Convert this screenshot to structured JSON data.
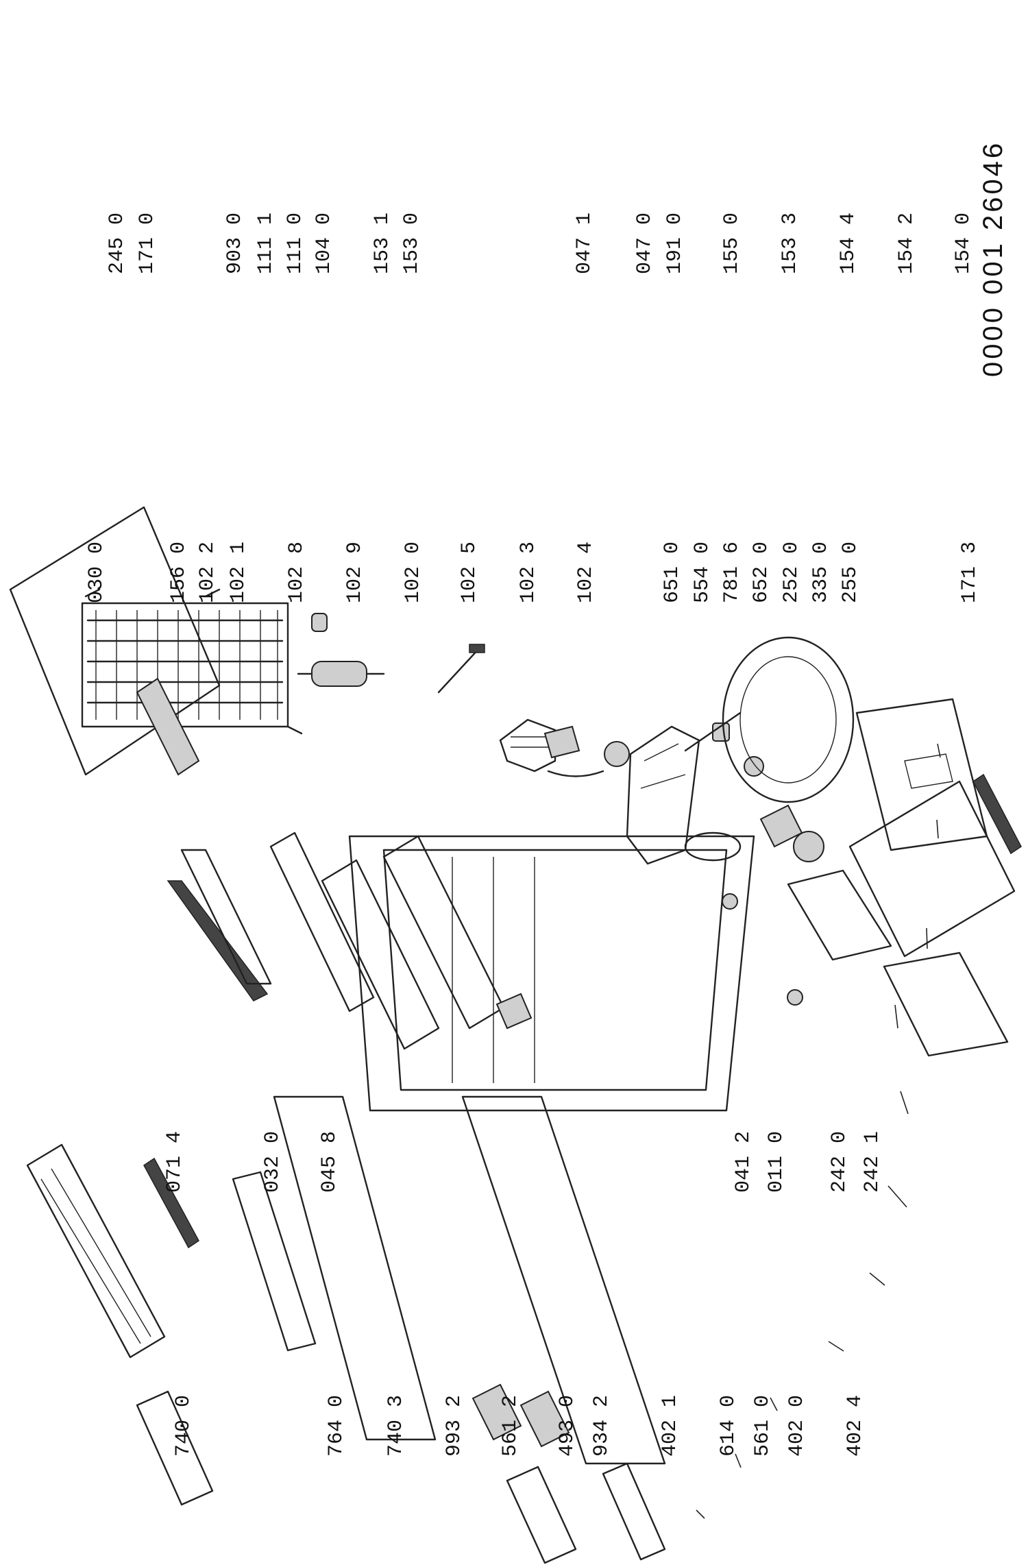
{
  "doc_code": "0000 001 26046",
  "labels": [
    {
      "id": "740-0",
      "text": "740 0"
    },
    {
      "id": "764-0",
      "text": "764 0"
    },
    {
      "id": "740-3",
      "text": "740 3"
    },
    {
      "id": "993-2",
      "text": "993 2"
    },
    {
      "id": "561-2",
      "text": "561 2"
    },
    {
      "id": "493-0",
      "text": "493 0"
    },
    {
      "id": "934-2",
      "text": "934 2"
    },
    {
      "id": "402-1",
      "text": "402 1"
    },
    {
      "id": "614-0",
      "text": "614 0"
    },
    {
      "id": "561-0",
      "text": "561 0"
    },
    {
      "id": "402-0",
      "text": "402 0"
    },
    {
      "id": "402-4",
      "text": "402 4"
    },
    {
      "id": "071-4",
      "text": "071 4"
    },
    {
      "id": "032-0",
      "text": "032 0"
    },
    {
      "id": "045-8",
      "text": "045 8"
    },
    {
      "id": "041-2",
      "text": "041 2"
    },
    {
      "id": "011-0",
      "text": "011 0"
    },
    {
      "id": "242-0",
      "text": "242 0"
    },
    {
      "id": "242-1",
      "text": "242 1"
    },
    {
      "id": "030-0",
      "text": "030 0"
    },
    {
      "id": "156-0",
      "text": "156 0"
    },
    {
      "id": "102-2",
      "text": "102 2"
    },
    {
      "id": "102-1",
      "text": "102 1"
    },
    {
      "id": "102-8",
      "text": "102 8"
    },
    {
      "id": "102-9",
      "text": "102 9"
    },
    {
      "id": "102-0",
      "text": "102 0"
    },
    {
      "id": "102-5",
      "text": "102 5"
    },
    {
      "id": "102-3",
      "text": "102 3"
    },
    {
      "id": "102-4",
      "text": "102 4"
    },
    {
      "id": "651-0",
      "text": "651 0"
    },
    {
      "id": "554-0",
      "text": "554 0"
    },
    {
      "id": "781-6",
      "text": "781 6"
    },
    {
      "id": "652-0",
      "text": "652 0"
    },
    {
      "id": "252-0",
      "text": "252 0"
    },
    {
      "id": "335-0",
      "text": "335 0"
    },
    {
      "id": "255-0",
      "text": "255 0"
    },
    {
      "id": "171-3",
      "text": "171 3"
    },
    {
      "id": "245-0",
      "text": "245 0"
    },
    {
      "id": "171-0",
      "text": "171 0"
    },
    {
      "id": "903-0",
      "text": "903 0"
    },
    {
      "id": "111-1",
      "text": "111 1"
    },
    {
      "id": "111-0",
      "text": "111 0"
    },
    {
      "id": "104-0",
      "text": "104 0"
    },
    {
      "id": "153-1",
      "text": "153 1"
    },
    {
      "id": "153-0",
      "text": "153 0"
    },
    {
      "id": "047-1",
      "text": "047 1"
    },
    {
      "id": "047-0",
      "text": "047 0"
    },
    {
      "id": "191-0",
      "text": "191 0"
    },
    {
      "id": "155-0",
      "text": "155 0"
    },
    {
      "id": "153-3",
      "text": "153 3"
    },
    {
      "id": "154-4",
      "text": "154 4"
    },
    {
      "id": "154-2",
      "text": "154 2"
    },
    {
      "id": "154-0",
      "text": "154 0"
    }
  ]
}
